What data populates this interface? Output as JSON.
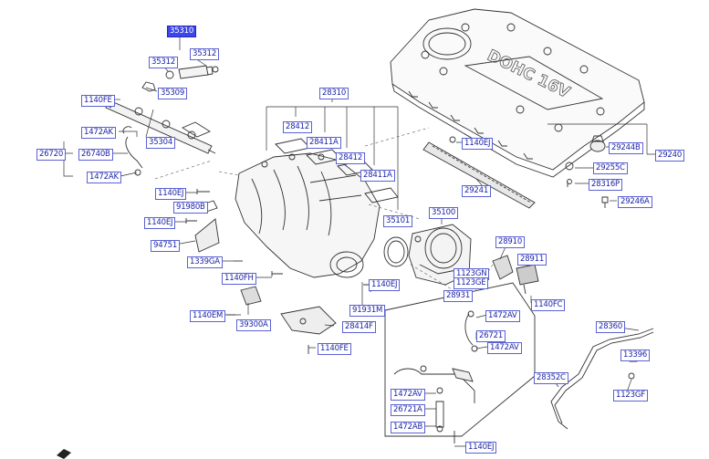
{
  "labels": {
    "p35310": "35310",
    "p35312a": "35312",
    "p35312b": "35312",
    "p35309": "35309",
    "p1140fe_a": "1140FE",
    "p35304": "35304",
    "p1472ak_a": "1472AK",
    "p26720": "26720",
    "p26740b": "26740B",
    "p1472ak_b": "1472AK",
    "p28310": "28310",
    "p28412a": "28412",
    "p28411a_a": "28411A",
    "p28412b": "28412",
    "p28411a_b": "28411A",
    "p1140ej_a": "1140EJ",
    "p91980b": "91980B",
    "p1140ej_b": "1140EJ",
    "p94751": "94751",
    "p1339ga": "1339GA",
    "p1140fh": "1140FH",
    "p1140em": "1140EM",
    "p39300a": "39300A",
    "p28414f": "28414F",
    "p1140fe_b": "1140FE",
    "p91931m": "91931M",
    "p1140ej_c": "1140EJ",
    "p35101": "35101",
    "p35100": "35100",
    "p1123gn": "1123GN",
    "p1123ge": "1123GE",
    "p28931": "28931",
    "p28910": "28910",
    "p28911": "28911",
    "p1140fc": "1140FC",
    "p1472av_a": "1472AV",
    "p26721": "26721",
    "p1472av_b": "1472AV",
    "p1472av_c": "1472AV",
    "p26721a": "26721A",
    "p1472ab": "1472AB",
    "p1140ej_d": "1140EJ",
    "p1140ej_e": "1140EJ",
    "p29241": "29241",
    "p29244b": "29244B",
    "p29240": "29240",
    "p29255c": "29255C",
    "p28316p": "28316P",
    "p29246a": "29246A",
    "p28360": "28360",
    "p13396": "13396",
    "p28352c": "28352C",
    "p1123gf": "1123GF"
  },
  "cover_text": "DOHC 16V",
  "colors": {
    "label_text": "#1c24a8",
    "label_border": "#5a62d2",
    "selected_bg": "#3d46e8",
    "line": "#333333"
  }
}
